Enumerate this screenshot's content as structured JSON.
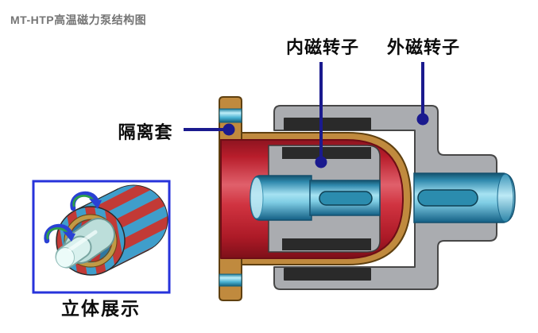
{
  "title": "MT-HTP高温磁力泵结构图",
  "callouts": {
    "inner_rotor": "内磁转子",
    "outer_rotor": "外磁转子",
    "isolation_sleeve": "隔离套"
  },
  "inset": {
    "caption": "立体展示"
  },
  "colors": {
    "title_text": "#757575",
    "label_text": "#0d0d0d",
    "callout_line": "#1a1a8e",
    "inset_border": "#2733db",
    "casing_gray": "#aaacb0",
    "magnet_black": "#2a2a2a",
    "rotor_red": "#c6202e",
    "sleeve_tan": "#c08a3e",
    "shaft_blue": "#4aa8cc"
  }
}
